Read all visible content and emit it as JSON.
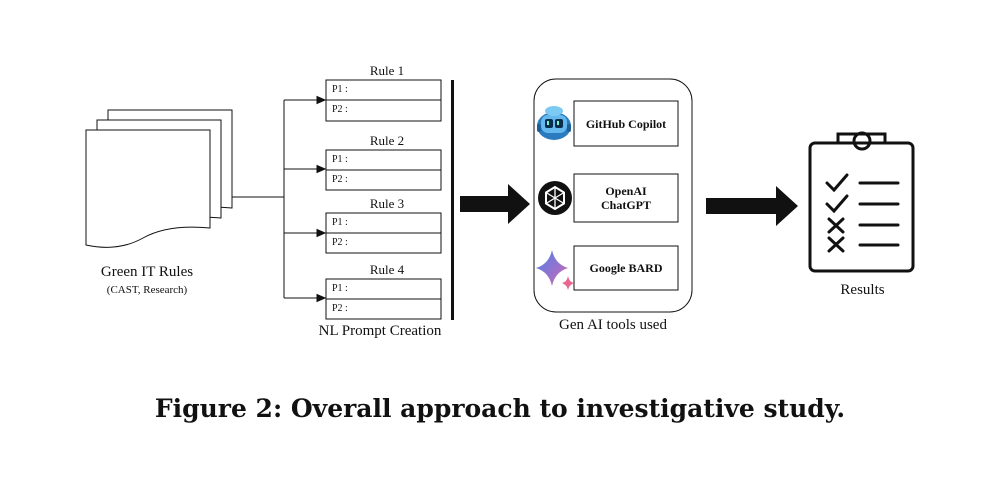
{
  "source": {
    "title": "Green IT Rules",
    "subtitle": "(CAST, Research)"
  },
  "prompts": {
    "section_label": "NL Prompt Creation",
    "rules": [
      {
        "title": "Rule 1",
        "p1": "P1 :",
        "p2": "P2 :"
      },
      {
        "title": "Rule 2",
        "p1": "P1 :",
        "p2": "P2 :"
      },
      {
        "title": "Rule 3",
        "p1": "P1 :",
        "p2": "P2 :"
      },
      {
        "title": "Rule 4",
        "p1": "P1 :",
        "p2": "P2 :"
      }
    ]
  },
  "tools": {
    "section_label": "Gen AI tools used",
    "items": [
      {
        "name_line1": "GitHub Copilot",
        "name_line2": "",
        "icon": "github-copilot-icon"
      },
      {
        "name_line1": "OpenAI",
        "name_line2": "ChatGPT",
        "icon": "openai-icon"
      },
      {
        "name_line1": "Google BARD",
        "name_line2": "",
        "icon": "google-bard-icon"
      }
    ]
  },
  "results": {
    "label": "Results",
    "icon": "clipboard-checklist-icon"
  },
  "caption": "Figure 2: Overall approach to investigative study.",
  "colors": {
    "line": "#111111",
    "copilot_blue": "#4aa3df",
    "bard_blue": "#4f7fe8",
    "bard_pink": "#e8668f"
  }
}
